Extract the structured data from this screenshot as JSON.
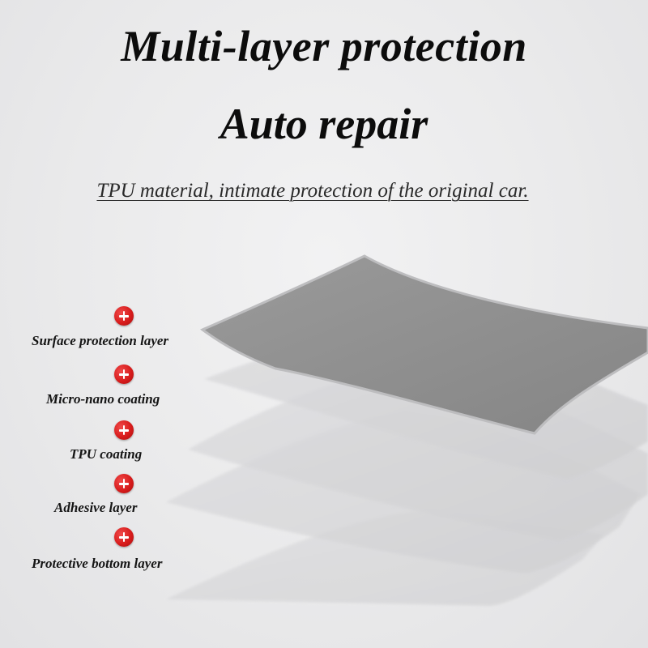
{
  "header": {
    "title_line1": "Multi-layer protection",
    "title_line2": "Auto repair",
    "subtitle": "TPU material, intimate protection of the original car."
  },
  "layers": [
    {
      "label": "Surface protection layer",
      "icon": "plus-icon"
    },
    {
      "label": "Micro-nano coating",
      "icon": "plus-icon"
    },
    {
      "label": "TPU coating",
      "icon": "plus-icon"
    },
    {
      "label": "Adhesive layer",
      "icon": "plus-icon"
    },
    {
      "label": "Protective bottom layer",
      "icon": "plus-icon"
    }
  ],
  "colors": {
    "background": "#ececed",
    "icon_red": "#d81c1c",
    "top_layer": "#8e8e8e",
    "lower_layers": "#d6d6d8"
  }
}
